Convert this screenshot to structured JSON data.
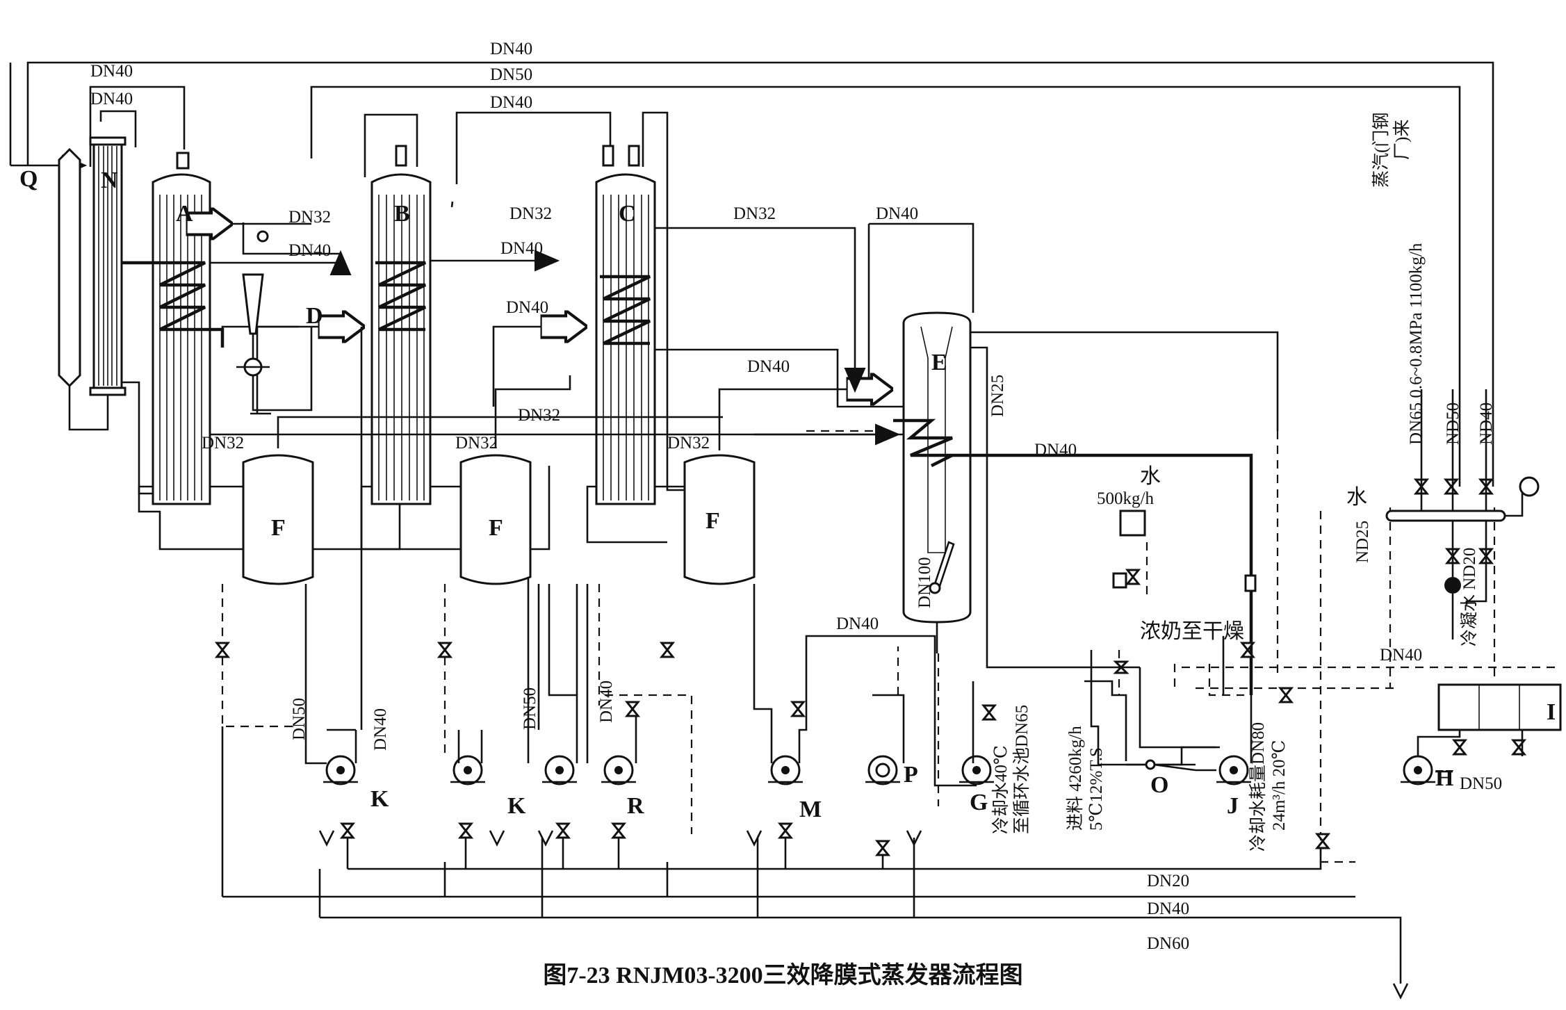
{
  "caption": "图7-23 RNJM03-3200三效降膜式蒸发器流程图",
  "units": {
    "A": "A",
    "B": "B",
    "C": "C",
    "D": "D",
    "E": "E",
    "F1": "F",
    "F2": "F",
    "F3": "F",
    "G": "G",
    "H": "H",
    "I": "I",
    "J": "J",
    "K1": "K",
    "K2": "K",
    "M": "M",
    "N": "N",
    "O": "O",
    "P": "P",
    "Q": "Q",
    "R": "R"
  },
  "pipe_labels": {
    "dn40_top": "DN40",
    "dn50_top": "DN50",
    "dn40_left1": "DN40",
    "dn40_left2": "DN40",
    "dn40_mid_top": "DN40",
    "dn32_a": "DN32",
    "dn40_a": "DN40",
    "dn32_b": "DN32",
    "dn40_b": "DN40",
    "dn40_c": "DN40",
    "dn32_c": "DN32",
    "dn40_e_top": "DN40",
    "dn40_e_in": "DN40",
    "dn32_mid": "DN32",
    "dn32_f1": "DN32",
    "dn32_f2": "DN32",
    "dn32_f3": "DN32",
    "dn25_e": "DN25",
    "dn40_e_out": "DN40",
    "dn100": "DN100",
    "dn50_k1": "DN50",
    "dn40_k1": "DN40",
    "dn50_k2": "DN50",
    "dn40_r": "DN40",
    "dn40_m": "DN40",
    "dn20_bot": "DN20",
    "dn40_bot": "DN40",
    "dn60_bot": "DN60",
    "dn40_i": "DN40",
    "dn50_h": "DN50",
    "nd25": "ND25"
  },
  "notes": {
    "water": "水",
    "water_rate": "500kg/h",
    "concentrate": "浓奶至干燥",
    "feed": "进料 4260kg/h",
    "feed_spec": "5℃12%T.S",
    "cool_water_g": "冷却水40℃",
    "cool_water_g2": "至循环水池DN65",
    "cool_water_j": "冷却水耗量DN80",
    "cool_water_j2": "24m³/h 20℃",
    "condensate": "冷凝水 ND20",
    "steam_title": "蒸汽(门钢",
    "steam_title2": "厂)来",
    "steam_rate": "DN65  0.6~0.8MPa  1100kg/h",
    "nd50": "ND50",
    "nd40": "ND40",
    "water_i": "水"
  }
}
